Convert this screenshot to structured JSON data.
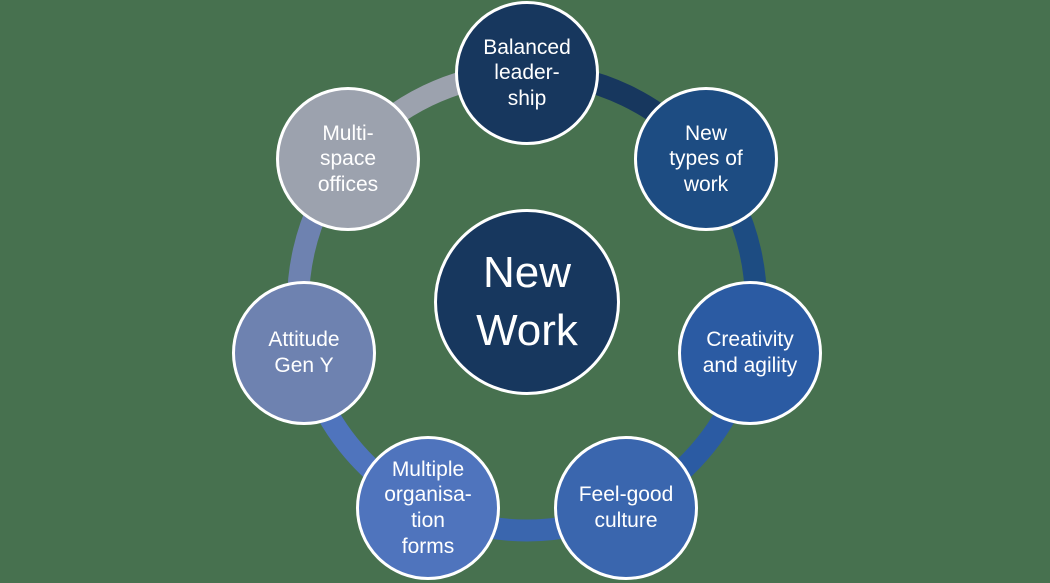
{
  "background_color": "#47714f",
  "diagram": {
    "title": "New Work diagram",
    "center": {
      "label": "New\nWork",
      "color": "#17375e"
    },
    "nodes": [
      {
        "id": "balanced-leadership",
        "label": "Balanced\nleader-\nship",
        "color": "#17375e"
      },
      {
        "id": "new-types-of-work",
        "label": "New\ntypes of\nwork",
        "color": "#1d4c82"
      },
      {
        "id": "creativity-and-agility",
        "label": "Creativity\nand agility",
        "color": "#2b5ba3"
      },
      {
        "id": "feel-good-culture",
        "label": "Feel-good\nculture",
        "color": "#3a66ae"
      },
      {
        "id": "multiple-organisation-forms",
        "label": "Multiple\norganisa-\ntion\nforms",
        "color": "#4f74bd"
      },
      {
        "id": "attitude-gen-y",
        "label": "Attitude\nGen Y",
        "color": "#6e82b0"
      },
      {
        "id": "multi-space-offices",
        "label": "Multi-\nspace\noffices",
        "color": "#9ca2ae"
      }
    ]
  }
}
